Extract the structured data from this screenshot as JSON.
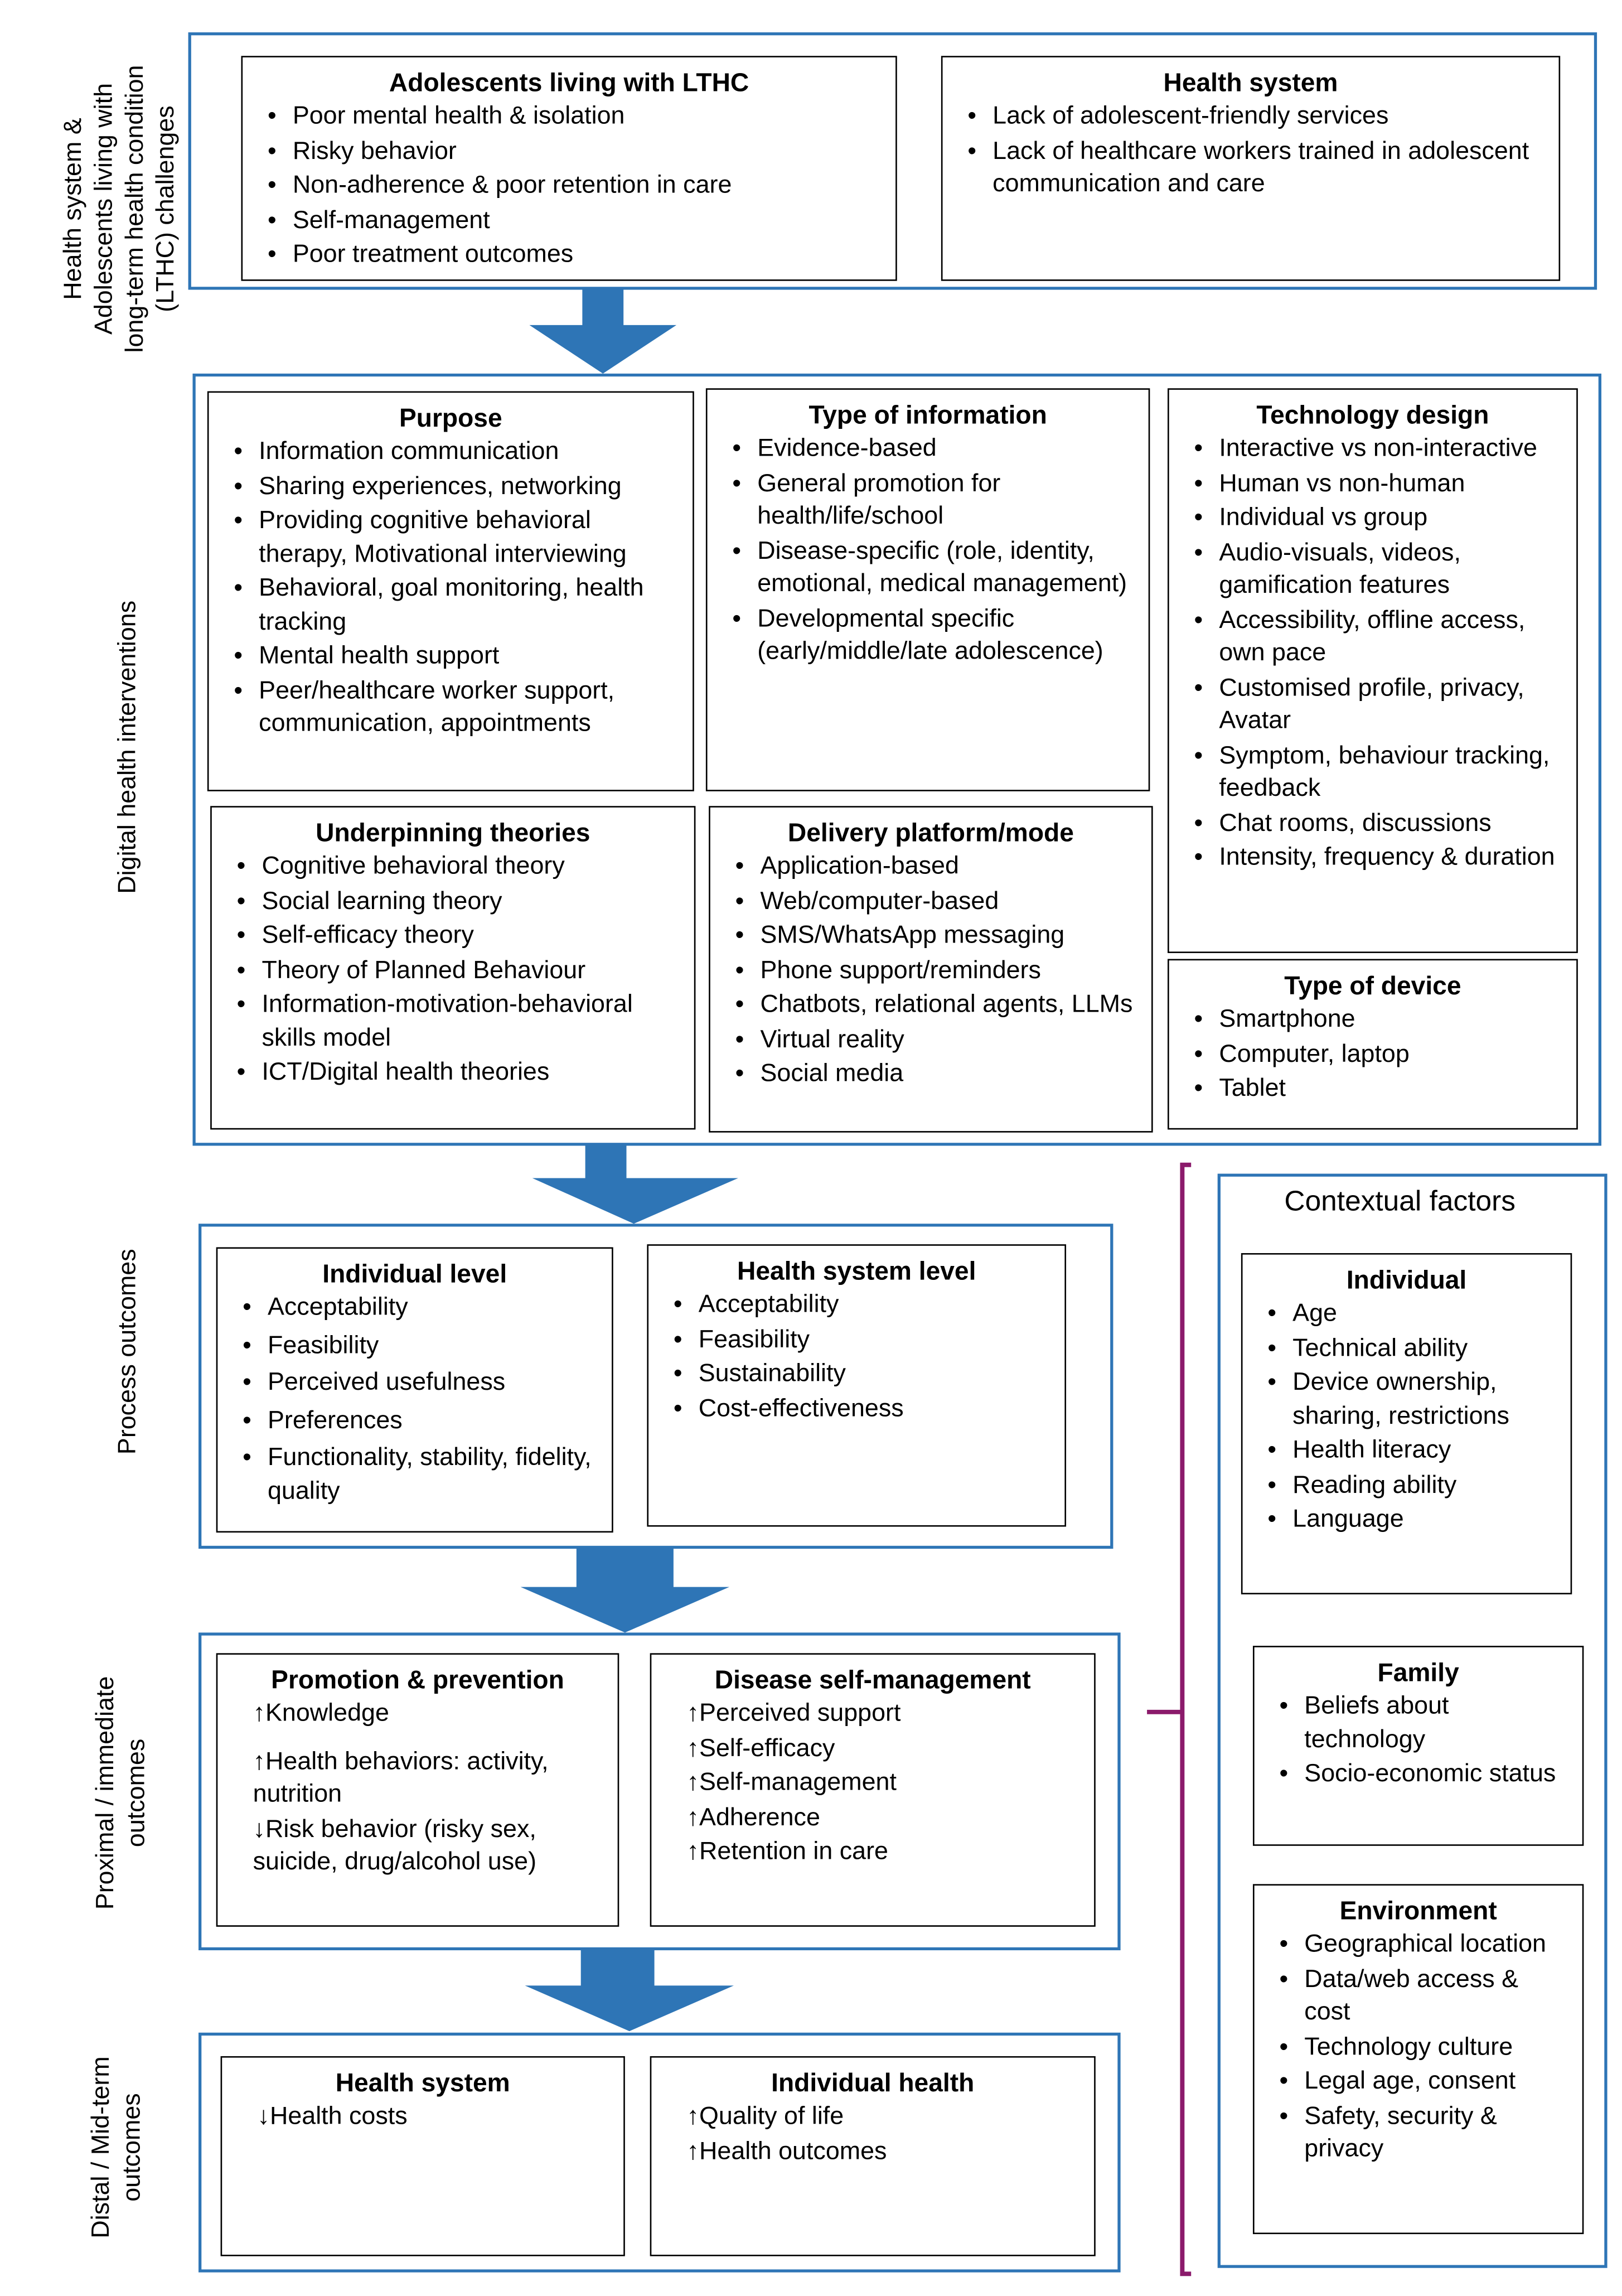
{
  "colors": {
    "section_border": "#2e75b6",
    "arrow_fill": "#2e75b6",
    "bracket": "#8b1a6b"
  },
  "row_labels": {
    "challenges": [
      "Health system &",
      "Adolescents living with",
      "long-term health condition",
      "(LTHC) challenges"
    ],
    "interventions": "Digital health interventions",
    "process": "Process outcomes",
    "proximal": [
      "Proximal / immediate",
      "outcomes"
    ],
    "distal": [
      "Distal / Mid-term",
      "outcomes"
    ]
  },
  "challenges": {
    "adolescents": {
      "title": "Adolescents living with LTHC",
      "items": [
        "Poor mental health & isolation",
        "Risky behavior",
        "Non-adherence & poor retention in care",
        "Self-management",
        "Poor treatment outcomes"
      ]
    },
    "health_system": {
      "title": "Health system",
      "items": [
        "Lack of adolescent-friendly services",
        "Lack of healthcare workers trained in adolescent communication and care"
      ]
    }
  },
  "interventions": {
    "purpose": {
      "title": "Purpose",
      "items": [
        "Information communication",
        "Sharing experiences, networking",
        "Providing cognitive behavioral therapy, Motivational interviewing",
        "Behavioral, goal monitoring, health tracking",
        "Mental health support",
        "Peer/healthcare worker support, communication, appointments"
      ]
    },
    "type_of_information": {
      "title": "Type of information",
      "items": [
        "Evidence-based",
        "General promotion for health/life/school",
        "Disease-specific (role, identity, emotional, medical management)",
        "Developmental specific (early/middle/late adolescence)"
      ]
    },
    "technology_design": {
      "title": "Technology design",
      "items": [
        "Interactive vs non-interactive",
        "Human vs non-human",
        "Individual vs group",
        "Audio-visuals, videos, gamification features",
        "Accessibility, offline access, own pace",
        "Customised profile, privacy, Avatar",
        "Symptom, behaviour tracking, feedback",
        "Chat rooms, discussions",
        "Intensity, frequency & duration"
      ]
    },
    "underpinning_theories": {
      "title": "Underpinning theories",
      "items": [
        "Cognitive behavioral theory",
        "Social learning theory",
        "Self-efficacy theory",
        "Theory of Planned Behaviour",
        "Information-motivation-behavioral skills model",
        "ICT/Digital health theories"
      ]
    },
    "delivery_platform": {
      "title": "Delivery platform/mode",
      "items": [
        "Application-based",
        "Web/computer-based",
        "SMS/WhatsApp messaging",
        "Phone support/reminders",
        "Chatbots, relational agents, LLMs",
        "Virtual reality",
        "Social media"
      ]
    },
    "type_of_device": {
      "title": "Type of device",
      "items": [
        "Smartphone",
        "Computer, laptop",
        "Tablet"
      ]
    }
  },
  "process": {
    "individual": {
      "title": "Individual level",
      "items": [
        "Acceptability",
        "Feasibility",
        "Perceived usefulness",
        "Preferences",
        "Functionality, stability, fidelity, quality"
      ]
    },
    "health_system": {
      "title": "Health system level",
      "items": [
        "Acceptability",
        "Feasibility",
        "Sustainability",
        "Cost-effectiveness"
      ]
    }
  },
  "proximal": {
    "promotion": {
      "title": "Promotion & prevention",
      "items": [
        "↑Knowledge",
        "↑Health behaviors: activity, nutrition",
        "↓Risk behavior (risky sex, suicide, drug/alcohol use)"
      ]
    },
    "self_management": {
      "title": "Disease self-management",
      "items": [
        "↑Perceived support",
        "↑Self-efficacy",
        "↑Self-management",
        "↑Adherence",
        "↑Retention in care"
      ]
    }
  },
  "distal": {
    "health_system": {
      "title": "Health system",
      "items": [
        "↓Health costs"
      ]
    },
    "individual_health": {
      "title": "Individual health",
      "items": [
        "↑Quality of life",
        "↑Health outcomes"
      ]
    }
  },
  "contextual": {
    "title": "Contextual factors",
    "individual": {
      "title": "Individual",
      "items": [
        "Age",
        "Technical ability",
        "Device ownership, sharing, restrictions",
        "Health literacy",
        "Reading ability",
        "Language"
      ]
    },
    "family": {
      "title": "Family",
      "items": [
        "Beliefs about technology",
        "Socio-economic status"
      ]
    },
    "environment": {
      "title": "Environment",
      "items": [
        "Geographical location",
        "Data/web access & cost",
        "Technology culture",
        "Legal age, consent",
        "Safety, security & privacy"
      ]
    }
  }
}
